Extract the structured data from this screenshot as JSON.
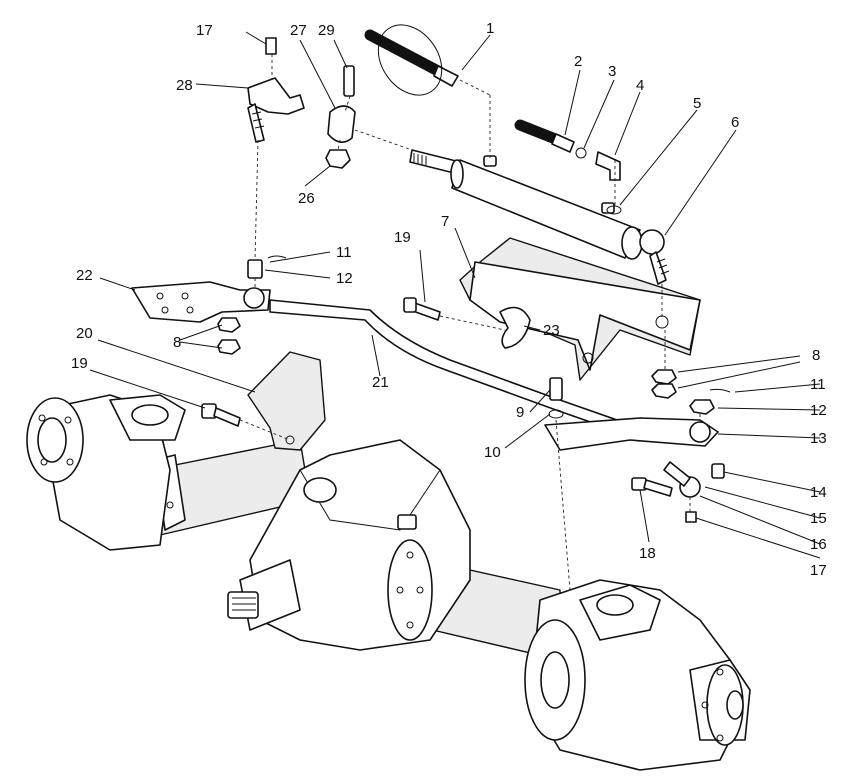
{
  "diagram": {
    "callouts": [
      {
        "id": "c1",
        "label": "1"
      },
      {
        "id": "c2",
        "label": "2"
      },
      {
        "id": "c3",
        "label": "3"
      },
      {
        "id": "c4",
        "label": "4"
      },
      {
        "id": "c5",
        "label": "5"
      },
      {
        "id": "c6",
        "label": "6"
      },
      {
        "id": "c7",
        "label": "7"
      },
      {
        "id": "c8a",
        "label": "8"
      },
      {
        "id": "c8b",
        "label": "8"
      },
      {
        "id": "c9",
        "label": "9"
      },
      {
        "id": "c10",
        "label": "10"
      },
      {
        "id": "c11a",
        "label": "11"
      },
      {
        "id": "c11b",
        "label": "11"
      },
      {
        "id": "c12a",
        "label": "12"
      },
      {
        "id": "c12b",
        "label": "12"
      },
      {
        "id": "c13",
        "label": "13"
      },
      {
        "id": "c14",
        "label": "14"
      },
      {
        "id": "c15",
        "label": "15"
      },
      {
        "id": "c16",
        "label": "16"
      },
      {
        "id": "c17a",
        "label": "17"
      },
      {
        "id": "c17b",
        "label": "17"
      },
      {
        "id": "c18",
        "label": "18"
      },
      {
        "id": "c19a",
        "label": "19"
      },
      {
        "id": "c19b",
        "label": "19"
      },
      {
        "id": "c20",
        "label": "20"
      },
      {
        "id": "c21",
        "label": "21"
      },
      {
        "id": "c22",
        "label": "22"
      },
      {
        "id": "c23",
        "label": "23"
      },
      {
        "id": "c26",
        "label": "26"
      },
      {
        "id": "c27",
        "label": "27"
      },
      {
        "id": "c28",
        "label": "28"
      },
      {
        "id": "c29",
        "label": "29"
      }
    ]
  }
}
